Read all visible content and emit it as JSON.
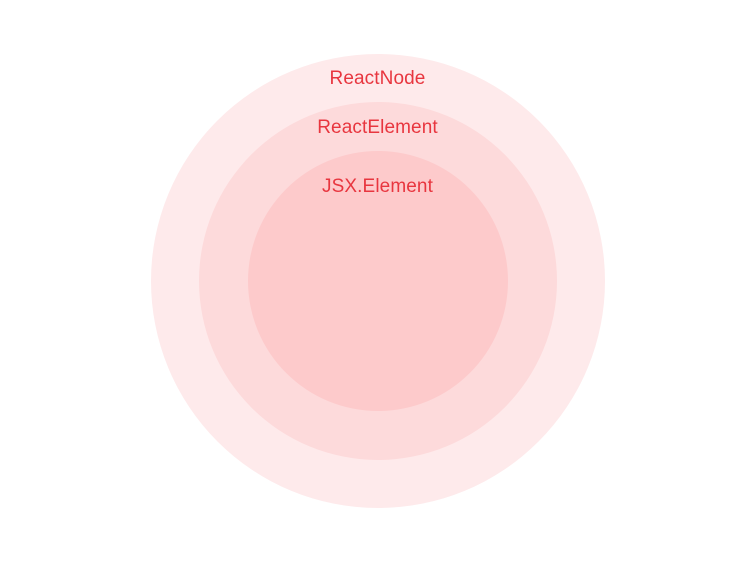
{
  "colors": {
    "background": "#ffffff",
    "outer_ring": "#feeaeb",
    "middle_ring": "#fddadb",
    "inner_ring": "#fdcacb",
    "label_text": "#e8363f"
  },
  "rings": {
    "outer": {
      "label": "ReactNode"
    },
    "middle": {
      "label": "ReactElement"
    },
    "inner": {
      "label": "JSX.Element"
    }
  }
}
